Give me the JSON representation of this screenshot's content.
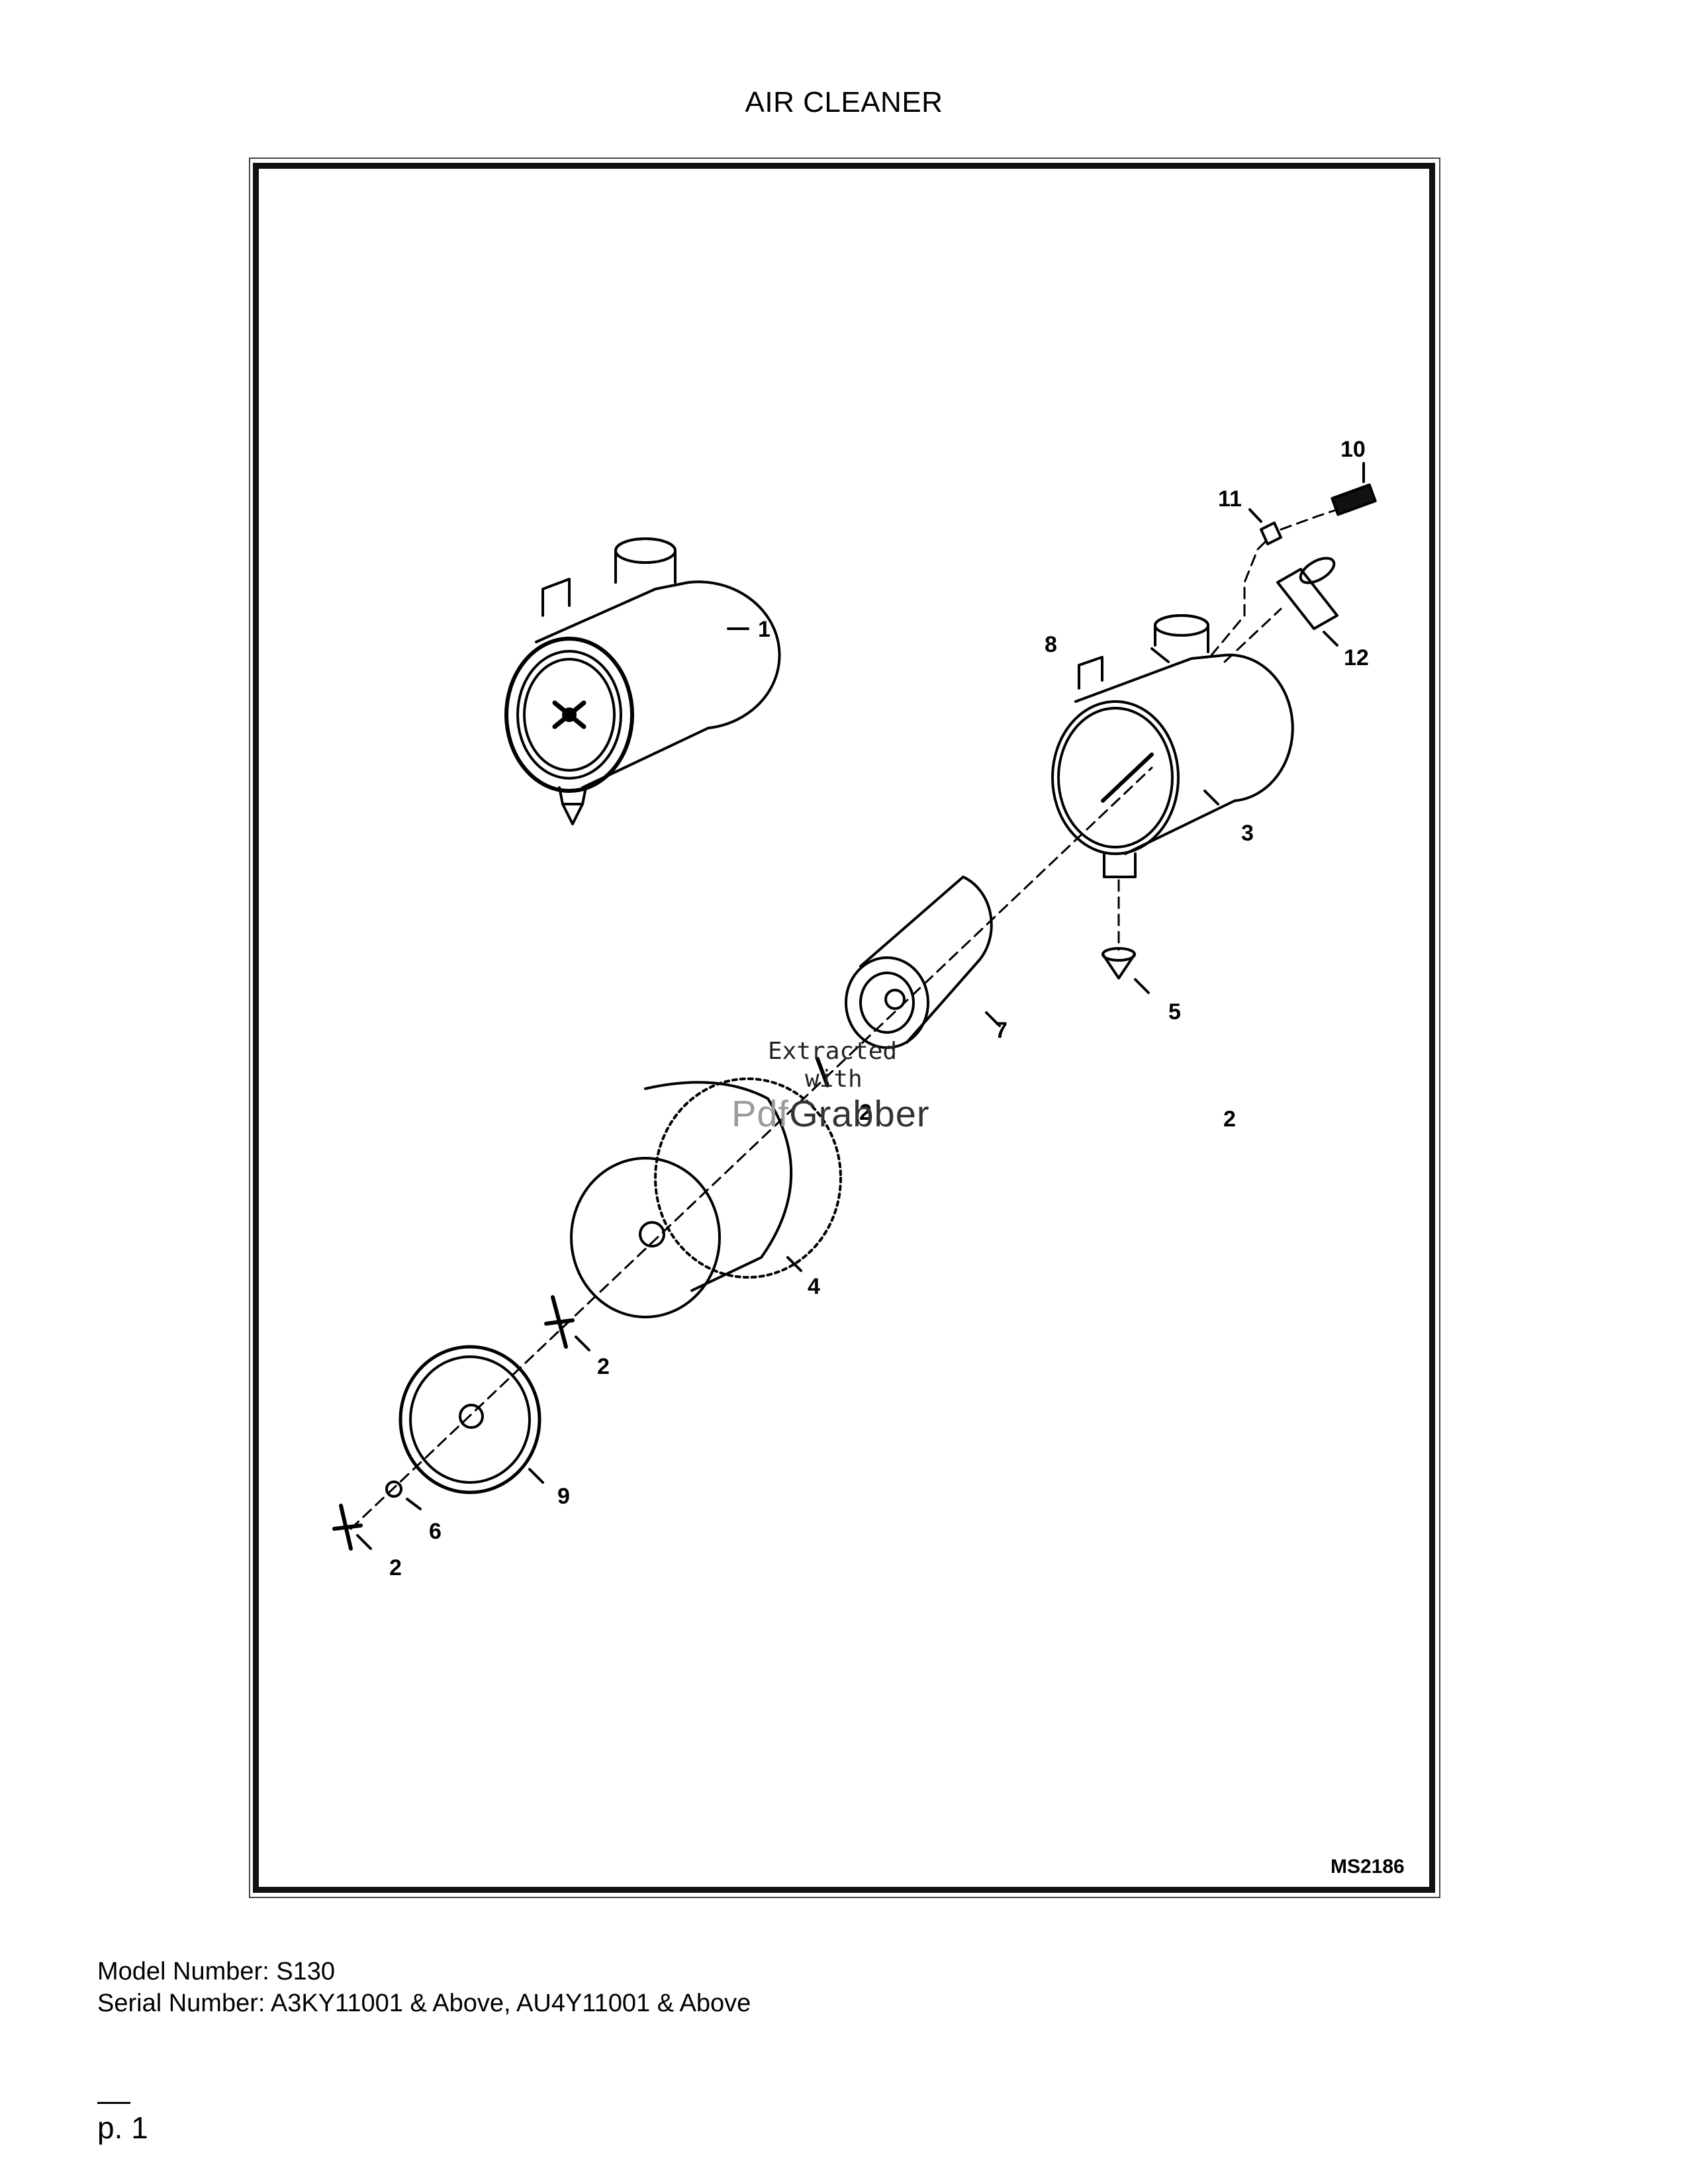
{
  "page": {
    "title": "AIR CLEANER",
    "model_line": "Model Number: S130",
    "serial_line": "Serial Number: A3KY11001 & Above, AU4Y11001 & Above",
    "page_number": "p. 1"
  },
  "diagram": {
    "drawing_id": "MS2186",
    "callouts": [
      "1",
      "2",
      "2",
      "2",
      "2",
      "3",
      "4",
      "5",
      "6",
      "7",
      "8",
      "9",
      "10",
      "11",
      "12"
    ]
  },
  "watermark": {
    "line1": "Extracted",
    "line2": "with",
    "logo_part1": "Pdf",
    "logo_part2": "Grabber"
  }
}
